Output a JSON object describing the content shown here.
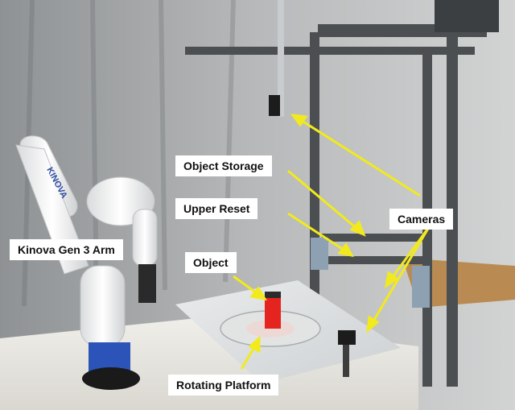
{
  "image": {
    "description_free": true,
    "annotation_color": "#f2ea1c",
    "callouts": [
      {
        "id": "object-storage",
        "text": "Object Storage"
      },
      {
        "id": "upper-reset",
        "text": "Upper Reset"
      },
      {
        "id": "cameras",
        "text": "Cameras"
      },
      {
        "id": "kinova-arm",
        "text": "Kinova Gen 3 Arm"
      },
      {
        "id": "object",
        "text": "Object"
      },
      {
        "id": "rotating-platform",
        "text": "Rotating Platform"
      }
    ],
    "arm_logo_text": "KINOVA"
  }
}
